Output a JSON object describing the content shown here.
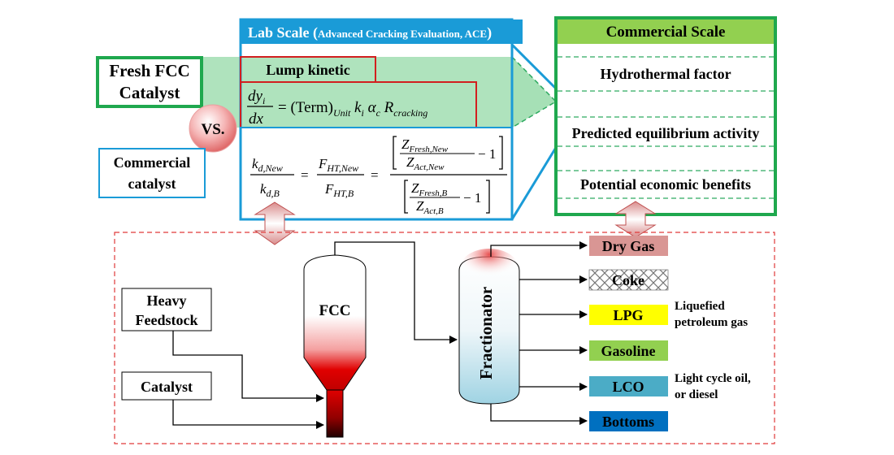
{
  "colors": {
    "green_border": "#1fa84e",
    "blue_border": "#1a9bd7",
    "red_border": "#d21f1f",
    "green_band": "#a6e0b6",
    "commercial_header": "#92d050",
    "dashed_green": "#2eaa60",
    "dashed_red": "#e03a3a",
    "dry_gas": "#d99694",
    "lpg": "#ffff00",
    "gasoline": "#92d050",
    "lco": "#4bacc6",
    "bottoms": "#0070c0"
  },
  "fresh_catalyst": {
    "line1": "Fresh FCC",
    "line2": "Catalyst"
  },
  "vs": "VS.",
  "commercial_catalyst": {
    "line1": "Commercial",
    "line2": "catalyst"
  },
  "lab_scale": {
    "title_main": "Lab Scale (",
    "title_small": "Advanced Cracking Evaluation, ACE",
    "title_end": ")",
    "lump_kinetic": "Lump kinetic",
    "eq1": {
      "num": "dy",
      "num_sub": "i",
      "den": "dx",
      "rhs": "= (Term)",
      "rhs_sub": "Unit",
      "rhs_tail": " k",
      "k_sub": "i",
      "alpha": " α",
      "alpha_sub": "c",
      "R": " R",
      "R_sub": "cracking"
    },
    "eq2": {
      "k_new": "k",
      "k_new_sub": "d,New",
      "k_b": "k",
      "k_b_sub": "d,B",
      "f_new": "F",
      "f_new_sub": "HT,New",
      "f_b": "F",
      "f_b_sub": "HT,B",
      "z_fresh_new": "Z",
      "z_fresh_new_sub": "Fresh,New",
      "z_act_new": "Z",
      "z_act_new_sub": "Act,New",
      "z_fresh_b": "Z",
      "z_fresh_b_sub": "Fresh,B",
      "z_act_b": "Z",
      "z_act_b_sub": "Act,B",
      "minus_one": "− 1",
      "equals": "="
    }
  },
  "commercial_scale": {
    "title": "Commercial Scale",
    "items": [
      "Hydrothermal factor",
      "Predicted equilibrium activity",
      "Potential economic benefits"
    ]
  },
  "process": {
    "heavy_feedstock": {
      "line1": "Heavy",
      "line2": "Feedstock"
    },
    "catalyst": "Catalyst",
    "fcc": "FCC",
    "fractionator": "Fractionator",
    "products": [
      {
        "label": "Dry Gas",
        "note1": "",
        "note2": ""
      },
      {
        "label": "Coke",
        "note1": "",
        "note2": ""
      },
      {
        "label": "LPG",
        "note1": "Liquefied",
        "note2": "petroleum gas"
      },
      {
        "label": "Gasoline",
        "note1": "",
        "note2": ""
      },
      {
        "label": "LCO",
        "note1": "Light cycle oil,",
        "note2": "or diesel"
      },
      {
        "label": "Bottoms",
        "note1": "",
        "note2": ""
      }
    ]
  }
}
